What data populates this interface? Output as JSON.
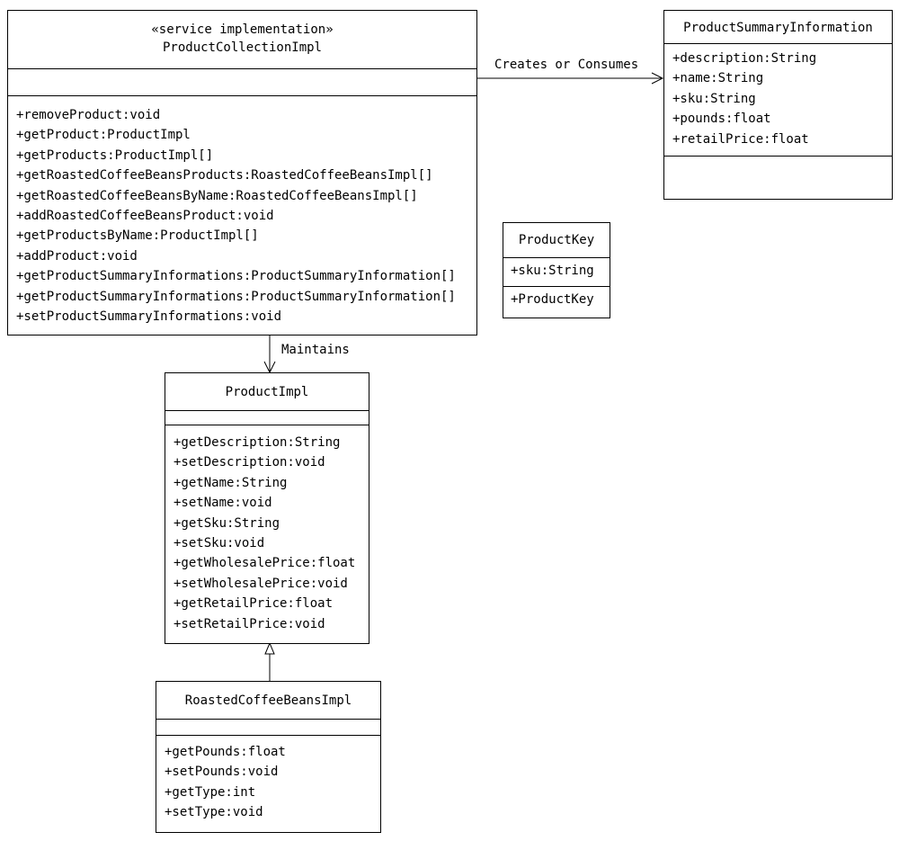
{
  "classes": {
    "collection": {
      "stereotype": "«service implementation»",
      "name": "ProductCollectionImpl",
      "attributes": [],
      "operations": [
        "+removeProduct:void",
        "+getProduct:ProductImpl",
        "+getProducts:ProductImpl[]",
        "+getRoastedCoffeeBeansProducts:RoastedCoffeeBeansImpl[]",
        "+getRoastedCoffeeBeansByName:RoastedCoffeeBeansImpl[]",
        "+addRoastedCoffeeBeansProduct:void",
        "+getProductsByName:ProductImpl[]",
        "+addProduct:void",
        "+getProductSummaryInformations:ProductSummaryInformation[]",
        "+getProductSummaryInformations:ProductSummaryInformation[]",
        "+setProductSummaryInformations:void"
      ]
    },
    "summary": {
      "name": "ProductSummaryInformation",
      "attributes": [
        "+description:String",
        "+name:String",
        "+sku:String",
        "+pounds:float",
        "+retailPrice:float"
      ],
      "operations": []
    },
    "key": {
      "name": "ProductKey",
      "attributes": [
        "+sku:String"
      ],
      "operations": [
        "+ProductKey"
      ]
    },
    "product": {
      "name": "ProductImpl",
      "attributes": [],
      "operations": [
        "+getDescription:String",
        "+setDescription:void",
        "+getName:String",
        "+setName:void",
        "+getSku:String",
        "+setSku:void",
        "+getWholesalePrice:float",
        "+setWholesalePrice:void",
        "+getRetailPrice:float",
        "+setRetailPrice:void"
      ]
    },
    "beans": {
      "name": "RoastedCoffeeBeansImpl",
      "attributes": [],
      "operations": [
        "+getPounds:float",
        "+setPounds:void",
        "+getType:int",
        "+setType:void"
      ]
    }
  },
  "relations": {
    "creates_label": "Creates or Consumes",
    "maintains_label": "Maintains"
  }
}
